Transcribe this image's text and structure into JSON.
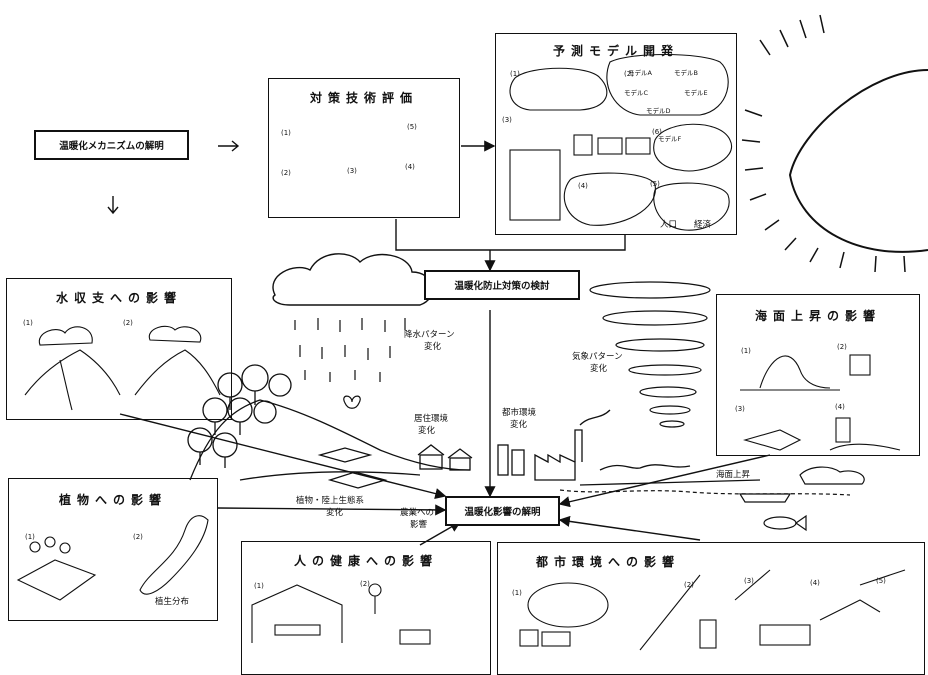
{
  "mechanism": "温暖化メカニズムの解明",
  "countermeasure_eval": {
    "title": "対策技術評価",
    "nums": [
      "(1)",
      "(2)",
      "(3)",
      "(4)",
      "(5)"
    ]
  },
  "model_dev": {
    "title": "予測モデル開発",
    "nums": [
      "(1)",
      "(2)",
      "(3)",
      "(4)",
      "(5)",
      "(6)"
    ],
    "models": [
      "モデルA",
      "モデルB",
      "モデルC",
      "モデルD",
      "モデルE",
      "モデルF"
    ],
    "labels": {
      "population": "人口",
      "economy": "経済"
    }
  },
  "prevention": "温暖化防止対策の検討",
  "water": {
    "title": "水収支への影響",
    "nums": [
      "(1)",
      "(2)"
    ]
  },
  "sealevel": {
    "title": "海面上昇の影響",
    "nums": [
      "(1)",
      "(2)",
      "(3)",
      "(4)"
    ]
  },
  "plants": {
    "title": "植物への影響",
    "nums": [
      "(1)",
      "(2)"
    ],
    "vegetation": "植生分布"
  },
  "health": {
    "title": "人の健康への影響",
    "nums": [
      "(1)",
      "(2)"
    ]
  },
  "urban": {
    "title": "都市環境への影響",
    "nums": [
      "(1)",
      "(2)",
      "(3)",
      "(4)",
      "(5)"
    ]
  },
  "impacts": "温暖化影響の解明",
  "scene_labels": {
    "rain_line1": "降水パターン",
    "rain_line2": "変化",
    "weather_line1": "気象パターン",
    "weather_line2": "変化",
    "living_line1": "居住環境",
    "living_line2": "変化",
    "urbanenv_line1": "都市環境",
    "urbanenv_line2": "変化",
    "eco_line1": "植物・陸上生態系",
    "eco_line2": "変化",
    "agri_line1": "農業への",
    "agri_line2": "影響",
    "sea_rise": "海面上昇"
  }
}
